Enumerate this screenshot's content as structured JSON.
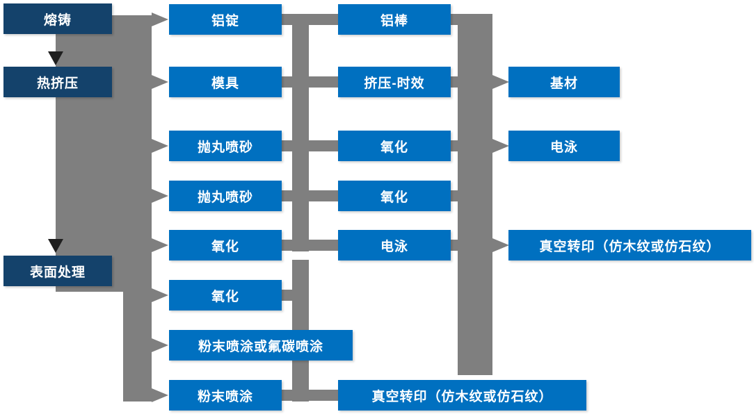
{
  "flowchart": {
    "columns": {
      "stages": [
        "熔铸",
        "热挤压",
        "表面处理"
      ],
      "col2": [
        "铝锭",
        "模具",
        "抛丸喷砂",
        "抛丸喷砂",
        "氧化",
        "氧化",
        "粉末喷涂或氟碳喷涂",
        "粉末喷涂"
      ],
      "col3": [
        "铝棒",
        "挤压-时效",
        "氧化",
        "氧化",
        "电泳",
        "真空转印（仿木纹或仿石纹）"
      ],
      "col4": [
        "基材",
        "电泳",
        "真空转印（仿木纹或仿石纹）"
      ]
    },
    "colors": {
      "stage_fill": "#14426B",
      "process_fill": "#0070C0",
      "connector_gray": "#7F7F7F",
      "arrow_dark": "#1F1F1F",
      "text": "#FFFFFF",
      "background": "#FFFFFF"
    }
  }
}
